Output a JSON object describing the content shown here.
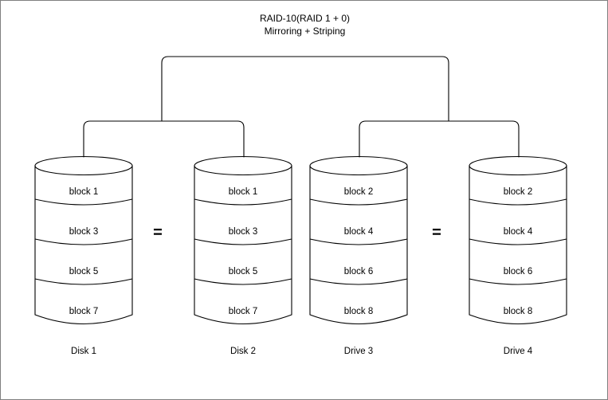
{
  "diagram": {
    "title_line1": "RAID-10(RAID 1 + 0)",
    "title_line2": "Mirroring + Striping",
    "stroke_color": "#000000",
    "background_color": "#ffffff",
    "border_color": "#808080"
  },
  "equals": [
    {
      "symbol": "="
    },
    {
      "symbol": "="
    }
  ],
  "disks": [
    {
      "label": "Disk 1",
      "blocks": [
        "block 1",
        "block 3",
        "block 5",
        "block 7"
      ]
    },
    {
      "label": "Disk 2",
      "blocks": [
        "block 1",
        "block 3",
        "block 5",
        "block 7"
      ]
    },
    {
      "label": "Drive 3",
      "blocks": [
        "block 2",
        "block 4",
        "block 6",
        "block 8"
      ]
    },
    {
      "label": "Drive 4",
      "blocks": [
        "block 2",
        "block 4",
        "block 6",
        "block 8"
      ]
    }
  ]
}
